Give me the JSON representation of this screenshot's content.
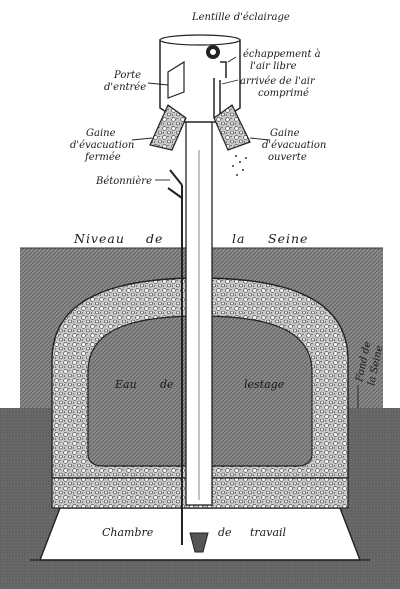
{
  "labels": {
    "lentille": "Lentille d'éclairage",
    "echappement_1": "échappement à",
    "echappement_2": "l'air libre",
    "arrivee_1": "arrivée de l'air",
    "arrivee_2": "comprimé",
    "porte_1": "Porte",
    "porte_2": "d'entrée",
    "gaine_fermee_1": "Gaine",
    "gaine_fermee_2": "d'évacuation",
    "gaine_fermee_3": "fermée",
    "gaine_ouverte_1": "Gaine",
    "gaine_ouverte_2": "d'évacuation",
    "gaine_ouverte_3": "ouverte",
    "betonniere": "Bétonnière",
    "niveau_1": "Niveau",
    "niveau_2": "de",
    "niveau_3": "la",
    "niveau_4": "Seine",
    "fond_1": "Fond de",
    "fond_2": "la Seine",
    "eau_1": "Eau",
    "eau_2": "de",
    "eau_3": "lestage",
    "chambre_1": "Chambre",
    "chambre_2": "de",
    "chambre_3": "travail"
  },
  "colors": {
    "ink": "#1a1a1a",
    "water": "#9a9a9a",
    "ground": "#6e6e6e",
    "concrete": "#b5b5b5",
    "paper": "#ffffff"
  }
}
